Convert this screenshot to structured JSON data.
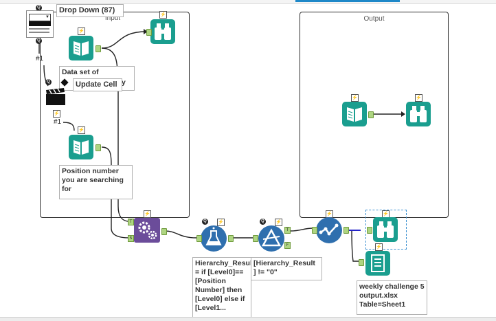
{
  "canvas": {
    "input_container_title": "Input",
    "output_container_title": "Output"
  },
  "tools": {
    "dropdown": {
      "label": "Drop Down (87)",
      "badge": "Q"
    },
    "dropdown_connection": "#1",
    "update_cell_action": {
      "label": "Update Cell",
      "badge": "Q"
    },
    "action_connection": "#1",
    "text_input_1": {
      "annotation": "Data set of",
      "annotation_overlap": "y"
    },
    "text_input_2": {
      "annotation": "Position number you are searching for"
    },
    "formula": {
      "annotation": "Hierarchy_Result = if [Level0]== [Position Number] then [Level0] else if [Level1..."
    },
    "filter": {
      "annotation": "[Hierarchy_Result ] != \"0\"",
      "true_anchor": "T",
      "false_anchor": "F"
    },
    "append_anchors": {
      "target": "T",
      "source": "S"
    },
    "output_file": {
      "annotation": "weekly challenge 5 output.xlsx Table=Sheet1"
    }
  },
  "icons": {
    "bolt": "⚡",
    "browse": "binoculars-icon",
    "text_input": "book-icon",
    "append": "gears-icon",
    "formula": "flask-icon",
    "filter": "filter-triangle-icon",
    "check": "check-path-icon",
    "output": "document-output-icon"
  },
  "colors": {
    "teal": "#1a9e8f",
    "blue": "#2f6fae",
    "purple": "#6b4c9a",
    "anchor": "#aed581",
    "selection": "#3a8fd0"
  }
}
